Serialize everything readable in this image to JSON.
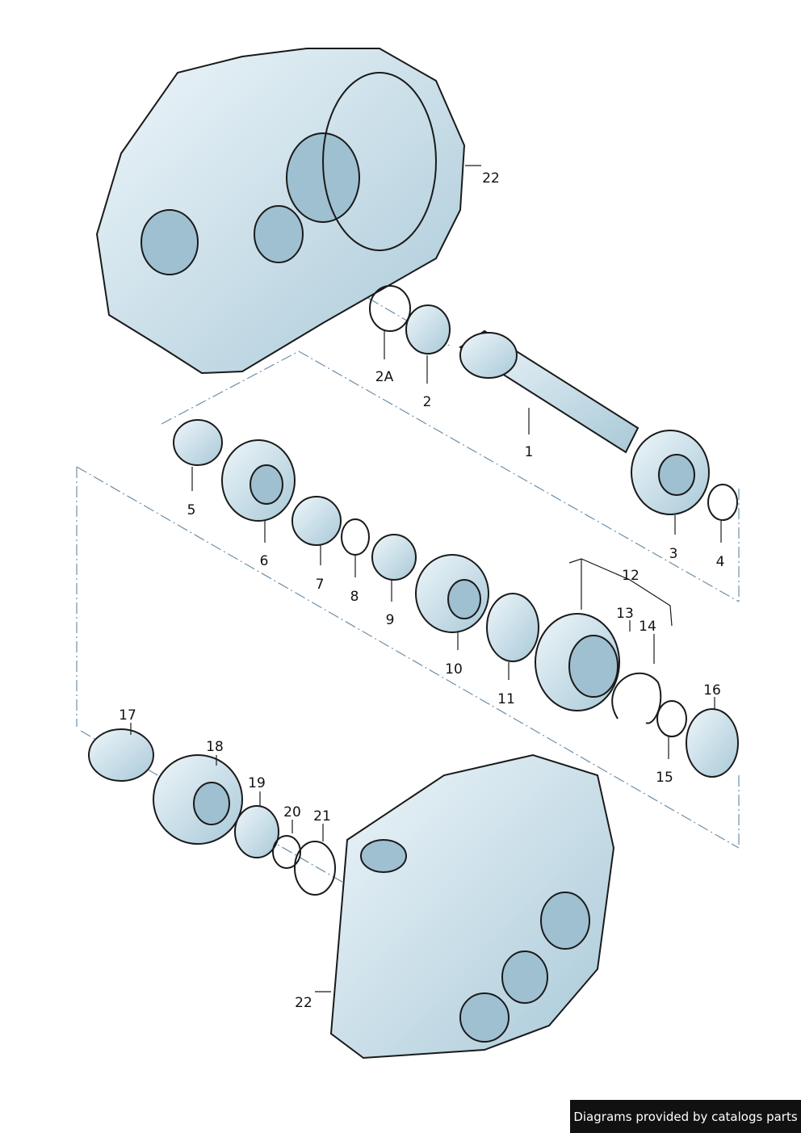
{
  "diagram": {
    "title": "Transmission gear set exploded view",
    "callouts": [
      {
        "id": "22a",
        "text": "22",
        "name": "callout-22-upper-housing"
      },
      {
        "id": "2A",
        "text": "2A",
        "name": "callout-2a"
      },
      {
        "id": "2",
        "text": "2",
        "name": "callout-2"
      },
      {
        "id": "1",
        "text": "1",
        "name": "callout-1"
      },
      {
        "id": "5",
        "text": "5",
        "name": "callout-5"
      },
      {
        "id": "6",
        "text": "6",
        "name": "callout-6"
      },
      {
        "id": "3",
        "text": "3",
        "name": "callout-3"
      },
      {
        "id": "4",
        "text": "4",
        "name": "callout-4"
      },
      {
        "id": "7",
        "text": "7",
        "name": "callout-7"
      },
      {
        "id": "8",
        "text": "8",
        "name": "callout-8"
      },
      {
        "id": "9",
        "text": "9",
        "name": "callout-9"
      },
      {
        "id": "12",
        "text": "12",
        "name": "callout-12"
      },
      {
        "id": "13",
        "text": "13",
        "name": "callout-13"
      },
      {
        "id": "14",
        "text": "14",
        "name": "callout-14"
      },
      {
        "id": "10",
        "text": "10",
        "name": "callout-10"
      },
      {
        "id": "11",
        "text": "11",
        "name": "callout-11"
      },
      {
        "id": "16",
        "text": "16",
        "name": "callout-16"
      },
      {
        "id": "15",
        "text": "15",
        "name": "callout-15"
      },
      {
        "id": "17",
        "text": "17",
        "name": "callout-17"
      },
      {
        "id": "18",
        "text": "18",
        "name": "callout-18"
      },
      {
        "id": "19",
        "text": "19",
        "name": "callout-19"
      },
      {
        "id": "20",
        "text": "20",
        "name": "callout-20"
      },
      {
        "id": "21",
        "text": "21",
        "name": "callout-21"
      },
      {
        "id": "22b",
        "text": "22",
        "name": "callout-22-lower-housing"
      }
    ]
  },
  "footer": {
    "text": "Diagrams provided by catalogs parts"
  },
  "colors": {
    "part_fill": "#cfe3ec",
    "part_stroke": "#1a1a1a",
    "axis_line": "#6f8fa8"
  }
}
